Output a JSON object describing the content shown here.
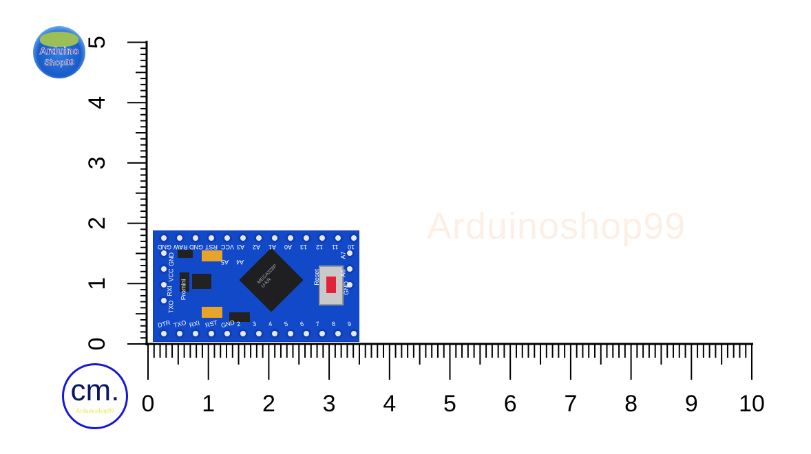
{
  "brand": {
    "logo_line1": "Arduino",
    "logo_line2": "Shop99",
    "watermark": "Arduinoshop99"
  },
  "unit_badge": {
    "unit": "cm.",
    "caption": "Arduinoshop99"
  },
  "ruler": {
    "vertical_labels": [
      "0",
      "1",
      "2",
      "3",
      "4",
      "5"
    ],
    "horizontal_labels": [
      "0",
      "1",
      "2",
      "3",
      "4",
      "5",
      "6",
      "7",
      "8",
      "9",
      "10"
    ],
    "color": "#000000"
  },
  "board": {
    "color": "#1149c9",
    "top_pins": [
      "GND",
      "RAW",
      "GND",
      "RST",
      "VCC",
      "A3",
      "A2",
      "A1",
      "A0",
      "13",
      "12",
      "11",
      "10"
    ],
    "bottom_pins": [
      "DTR",
      "TXO",
      "RXI",
      "RST",
      "GND",
      "2",
      "3",
      "4",
      "5",
      "6",
      "7",
      "8",
      "9"
    ],
    "left_pins": [
      "GND",
      "VCC",
      "RXI",
      "TXO"
    ],
    "right_labels": [
      "A7",
      "A6",
      "GND",
      "Reset"
    ],
    "inner_labels": [
      "A5",
      "A4",
      "Promini"
    ],
    "chip_text": [
      "MEGA328P",
      "U-KR"
    ]
  }
}
